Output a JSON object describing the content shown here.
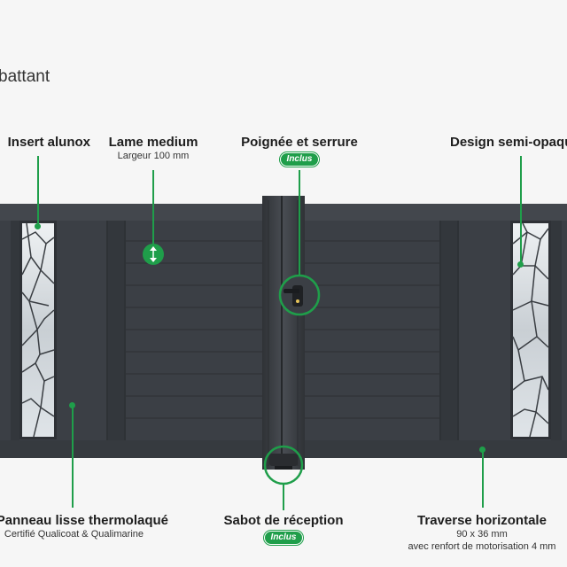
{
  "title": "battant",
  "labels": {
    "insert": {
      "heading": "Insert alunox"
    },
    "lame": {
      "heading": "Lame medium",
      "sub": "Largeur 100  mm"
    },
    "poignee": {
      "heading": "Poignée et serrure",
      "badge": "Inclus"
    },
    "design": {
      "heading": "Design semi-opaque"
    },
    "panneau": {
      "heading": "Panneau lisse thermolaqué",
      "sub": "Certifié Qualicoat & Qualimarine"
    },
    "sabot": {
      "heading": "Sabot de réception",
      "badge": "Inclus"
    },
    "traverse": {
      "heading": "Traverse horizontale",
      "sub1": "90 x 36 mm",
      "sub2": "avec renfort de motorisation 4 mm"
    }
  },
  "colors": {
    "accent": "#1f9e4a",
    "gate": "#3c4046",
    "background": "#f6f6f6"
  },
  "icons": {
    "lame_marker": "up-down-arrows-icon",
    "handle": "door-handle-icon",
    "receiver": "gate-stop-icon"
  }
}
